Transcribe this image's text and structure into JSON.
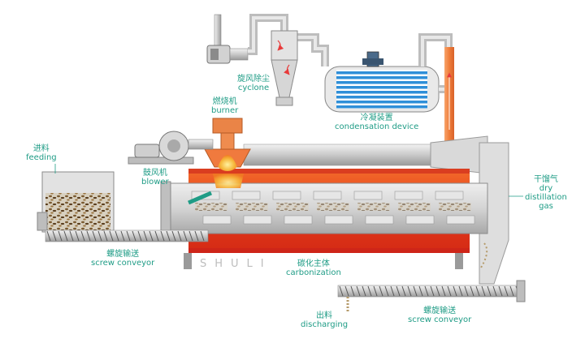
{
  "labels": {
    "cyclone": {
      "zh": "旋风除尘",
      "en": "cyclone"
    },
    "condensation": {
      "zh": "冷凝装置",
      "en": "condensation device"
    },
    "burner": {
      "zh": "燃烧机",
      "en": "burner"
    },
    "feeding": {
      "zh": "进料",
      "en": "feeding"
    },
    "blower": {
      "zh": "鼓风机",
      "en": "blower"
    },
    "dry_gas": {
      "zh": "干馏气",
      "en1": "dry",
      "en2": "distillation",
      "en3": "gas"
    },
    "screw_left": {
      "zh": "螺旋输送",
      "en": "screw conveyor"
    },
    "carbonization": {
      "zh": "碳化主体",
      "en": "carbonization"
    },
    "discharging": {
      "zh": "出料",
      "en": "discharging"
    },
    "screw_right": {
      "zh": "螺旋输送",
      "en": "screw conveyor"
    }
  },
  "watermark": "SHULI",
  "colors": {
    "label": "#1f9c86",
    "furnace": "#e8381e",
    "pipe": "#d9d9d9",
    "hot_pipe": "#f08040",
    "condenser_tubes": "#2f8fd8",
    "burner": "#f08a4b",
    "flame": "#f4b73a"
  }
}
